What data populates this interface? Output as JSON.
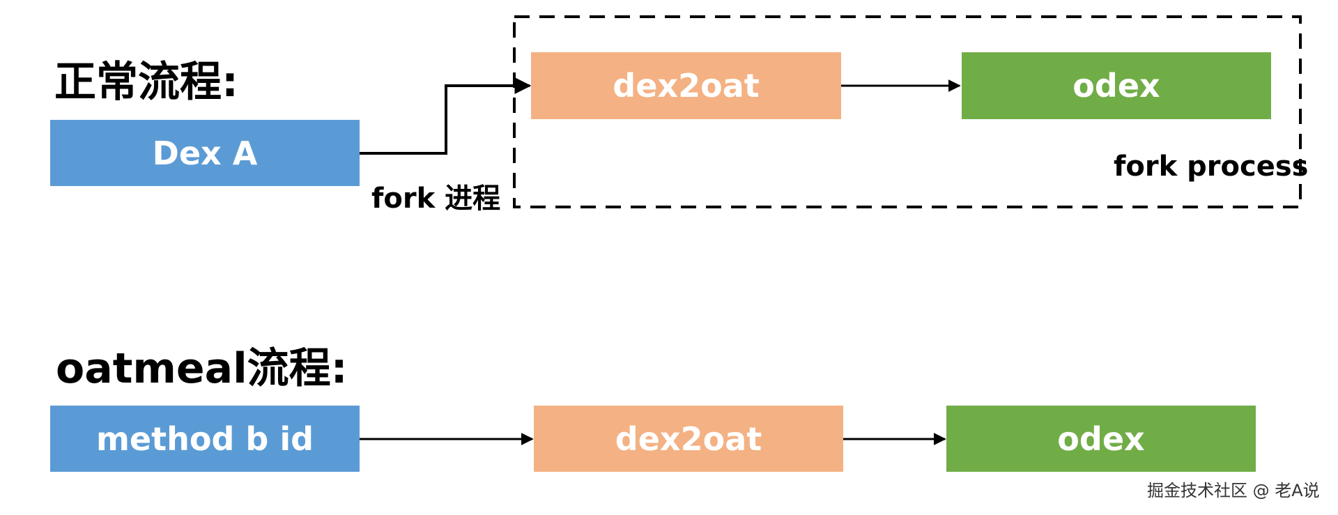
{
  "colors": {
    "source": "#5b9bd5",
    "dex2oat": "#f4b183",
    "odex": "#70ad47",
    "line": "#000000"
  },
  "normal_flow": {
    "title": "正常流程:",
    "source_label": "Dex A",
    "dex2oat_label": "dex2oat",
    "odex_label": "odex",
    "edge_label": "fork 进程",
    "group_label": "fork process"
  },
  "oatmeal_flow": {
    "title": "oatmeal流程:",
    "source_label": "method b id",
    "dex2oat_label": "dex2oat",
    "odex_label": "odex"
  },
  "watermark": "掘金技术社区 @ 老A说"
}
